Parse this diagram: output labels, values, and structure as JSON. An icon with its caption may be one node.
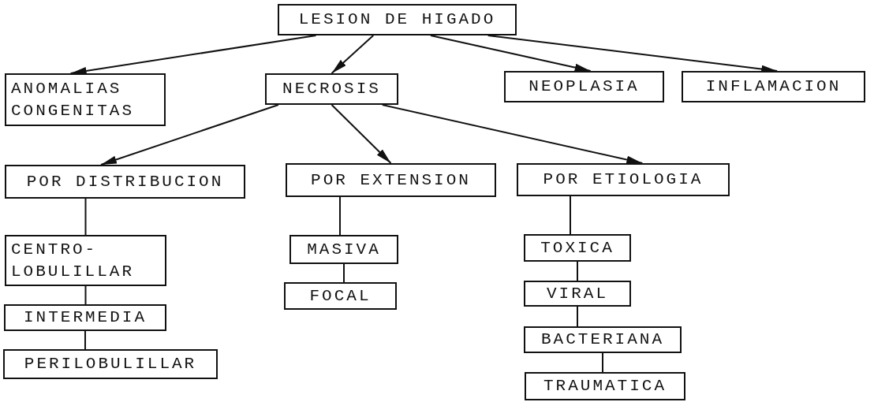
{
  "diagram": {
    "nodes": [
      {
        "text": [
          "LESION DE HIGADO"
        ]
      },
      {
        "text": [
          "ANOMALIAS CONGENITAS"
        ]
      },
      {
        "text": [
          "NECROSIS"
        ]
      },
      {
        "text": [
          "NEOPLASIA"
        ]
      },
      {
        "text": [
          "INFLAMACION"
        ]
      },
      {
        "text": [
          "POR DISTRIBUCION"
        ]
      },
      {
        "text": [
          "POR EXTENSION"
        ]
      },
      {
        "text": [
          "POR ETIOLOGIA"
        ]
      },
      {
        "text": [
          "CENTRO- LOBULILLAR"
        ]
      },
      {
        "text": [
          "INTERMEDIA"
        ]
      },
      {
        "text": [
          "PERILOBULILLAR"
        ]
      },
      {
        "text": [
          "MASIVA"
        ]
      },
      {
        "text": [
          "FOCAL"
        ]
      },
      {
        "text": [
          "TOXICA"
        ]
      },
      {
        "text": [
          "VIRAL"
        ]
      },
      {
        "text": [
          "BACTERIANA"
        ]
      },
      {
        "text": [
          "TRAUMATICA"
        ]
      }
    ],
    "edges": [
      {
        "from": 0,
        "to": 1,
        "arrow": "to"
      },
      {
        "from": 0,
        "to": 2,
        "arrow": "to"
      },
      {
        "from": 0,
        "to": 3,
        "arrow": "to"
      },
      {
        "from": 0,
        "to": 4,
        "arrow": "to"
      },
      {
        "from": 2,
        "to": 5,
        "arrow": "to"
      },
      {
        "from": 2,
        "to": 6,
        "arrow": "to"
      },
      {
        "from": 2,
        "to": 7,
        "arrow": "to"
      },
      {
        "from": 5,
        "to": 8,
        "arrow": "none"
      },
      {
        "from": 8,
        "to": 9,
        "arrow": "none"
      },
      {
        "from": 9,
        "to": 10,
        "arrow": "none"
      },
      {
        "from": 6,
        "to": 11,
        "arrow": "none"
      },
      {
        "from": 11,
        "to": 12,
        "arrow": "none"
      },
      {
        "from": 7,
        "to": 13,
        "arrow": "none"
      },
      {
        "from": 13,
        "to": 14,
        "arrow": "none"
      },
      {
        "from": 14,
        "to": 15,
        "arrow": "none"
      },
      {
        "from": 15,
        "to": 16,
        "arrow": "none"
      }
    ]
  }
}
